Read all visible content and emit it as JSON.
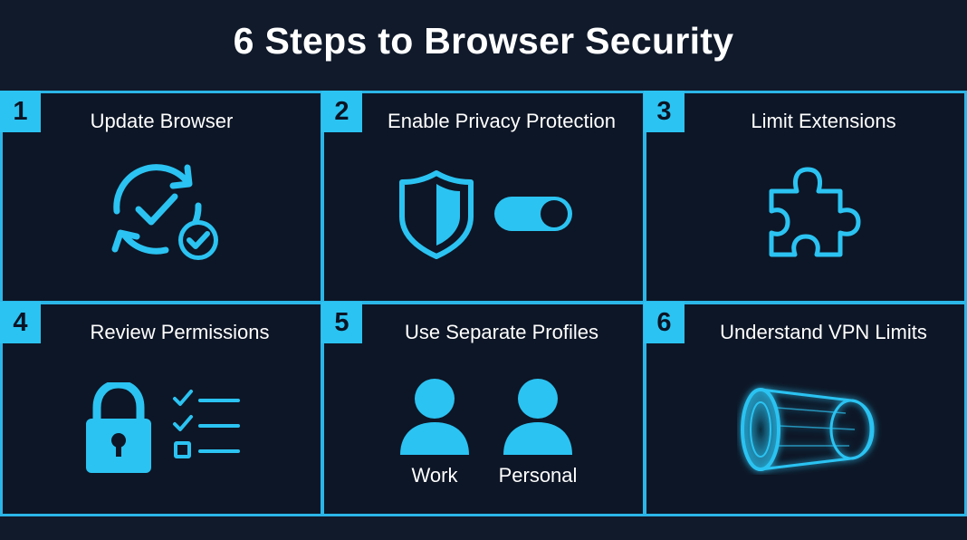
{
  "title": "6 Steps to Browser Security",
  "accent_color": "#2bc3f2",
  "background_color": "#101a2b",
  "steps": [
    {
      "number": "1",
      "title": "Update Browser",
      "icon": "refresh-check-icon"
    },
    {
      "number": "2",
      "title": "Enable Privacy Protection",
      "icon": "shield-toggle-icon"
    },
    {
      "number": "3",
      "title": "Limit Extensions",
      "icon": "puzzle-piece-icon"
    },
    {
      "number": "4",
      "title": "Review Permissions",
      "icon": "lock-checklist-icon"
    },
    {
      "number": "5",
      "title": "Use Separate Profiles",
      "icon": "two-profiles-icon",
      "profiles": [
        "Work",
        "Personal"
      ]
    },
    {
      "number": "6",
      "title": "Understand VPN Limits",
      "icon": "vpn-tunnel-icon"
    }
  ]
}
